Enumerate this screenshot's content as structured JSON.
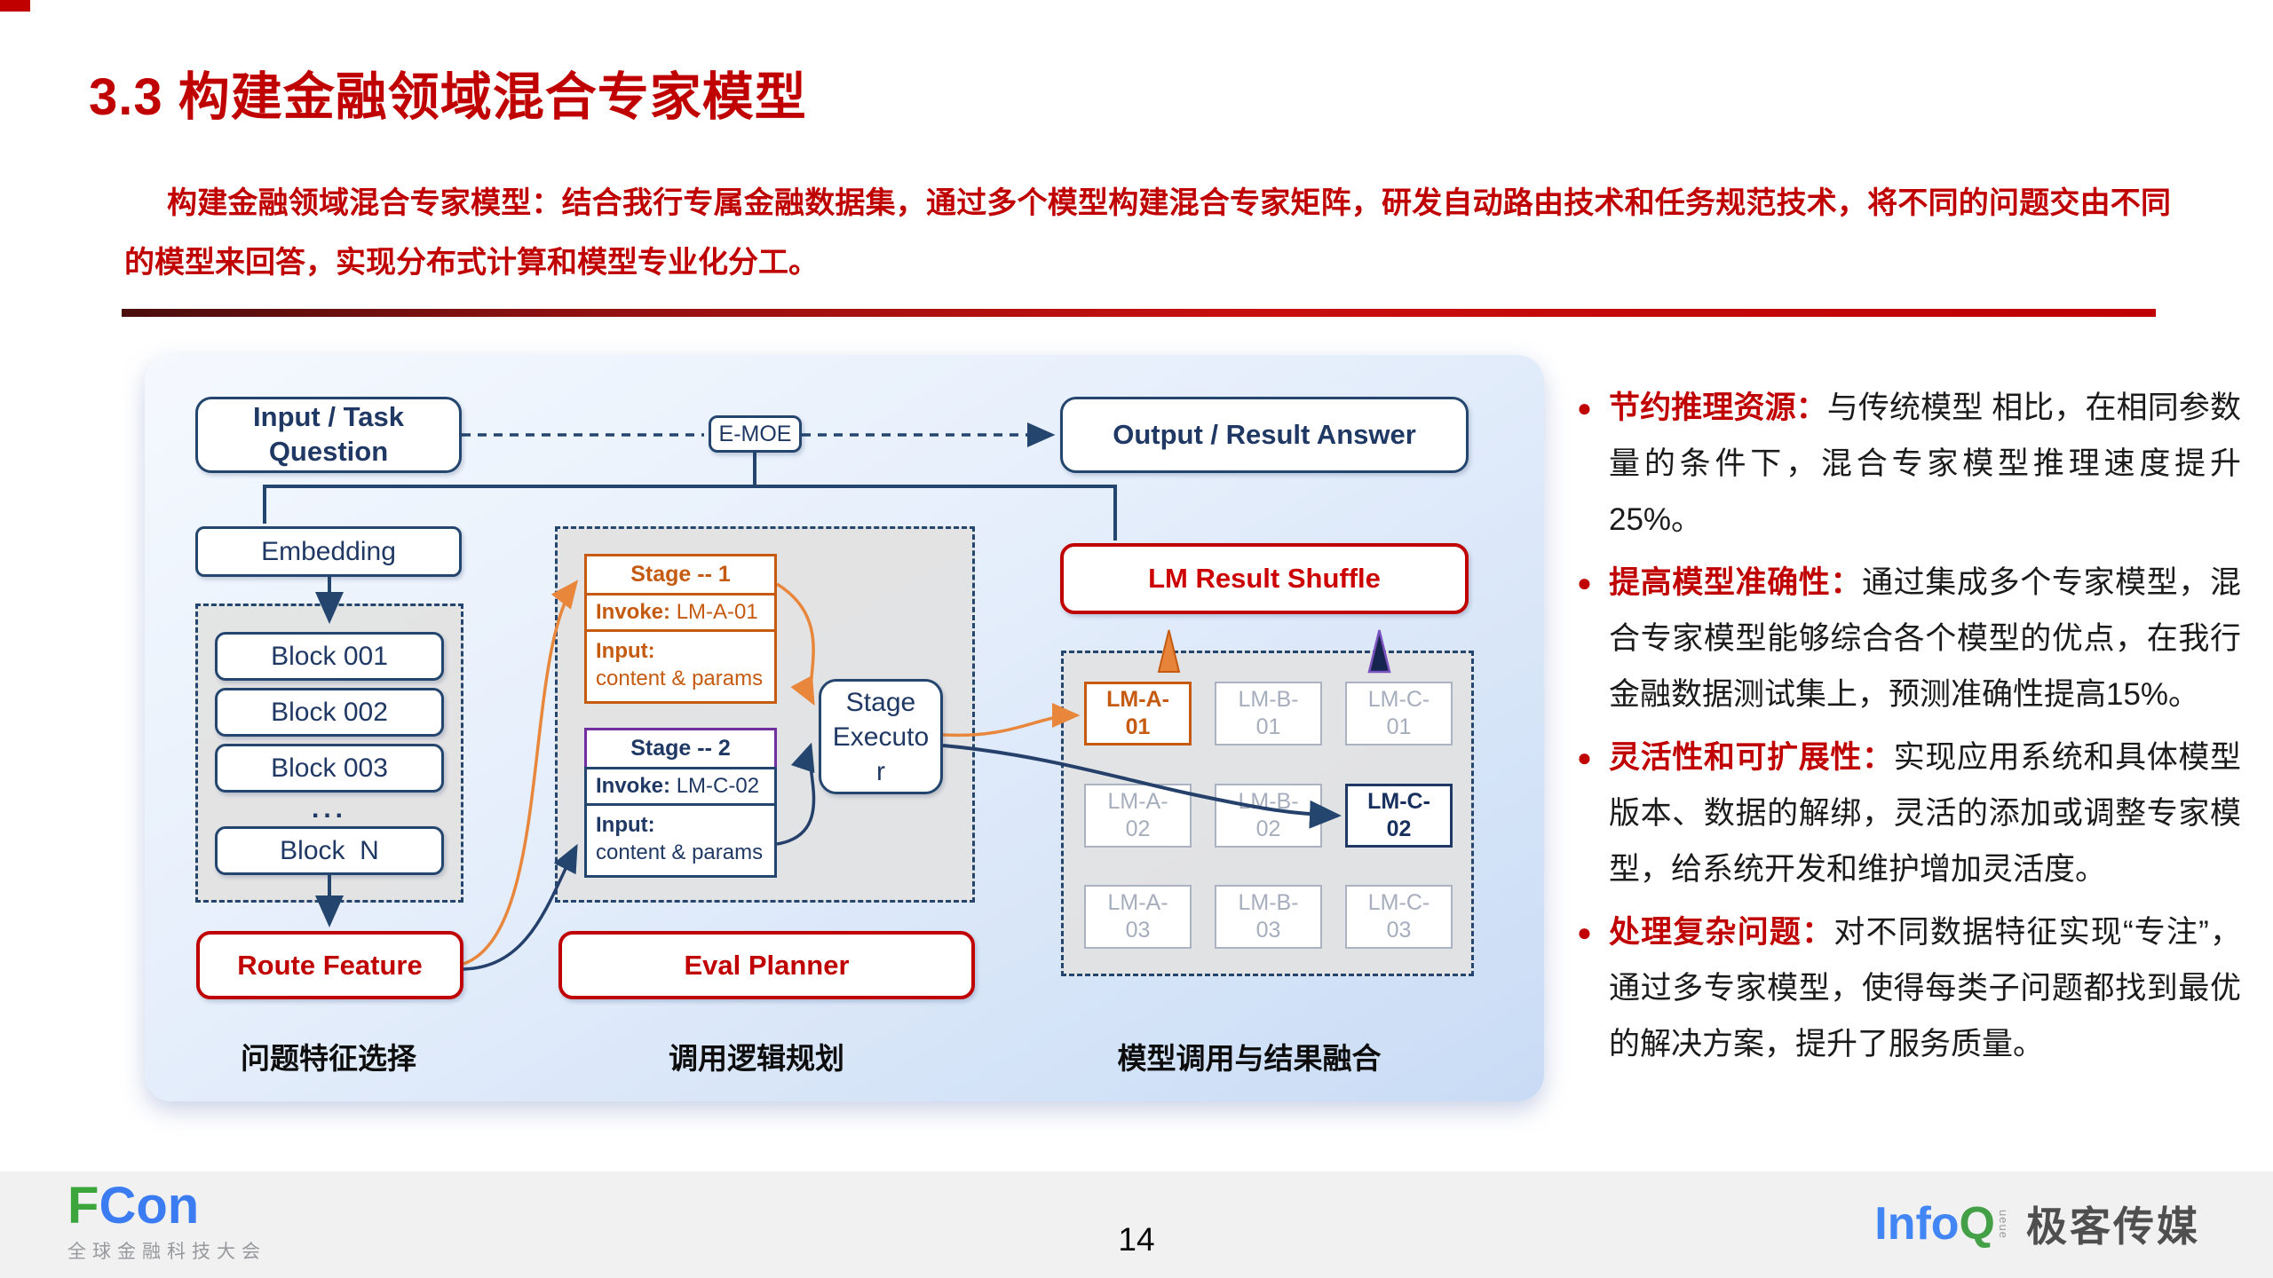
{
  "slide": {
    "title": "3.3 构建金融领域混合专家模型",
    "intro": "构建金融领域混合专家模型：结合我行专属金融数据集，通过多个模型构建混合专家矩阵，研发自动路由技术和任务规范技术，将不同的问题交由不同的模型来回答，实现分布式计算和模型专业化分工。",
    "page_number": "14"
  },
  "colors": {
    "accent_red": "#C00000",
    "navy": "#1F3864",
    "orange": "#C55A11",
    "purple": "#7030A0",
    "inactive_gray": "#A6AEBD",
    "fcon_green": "#3CA63C",
    "fcon_blue": "#3B7CF2",
    "infoq_blue": "#4285F4",
    "infoq_green": "#43A047"
  },
  "diagram": {
    "input_box": "Input / Task\nQuestion",
    "emoe_label": "E-MOE",
    "output_box": "Output / Result Answer",
    "lm_result_shuffle": "LM Result Shuffle",
    "embedding": "Embedding",
    "blocks": [
      "Block 001",
      "Block 002",
      "Block 003",
      "...",
      "Block  N"
    ],
    "route_feature": "Route Feature",
    "stage1": {
      "title": "Stage -- 1",
      "invoke_label": "Invoke:",
      "invoke_value": " LM-A-01",
      "input_label": "Input:",
      "input_value": "content & params"
    },
    "stage2": {
      "title": "Stage -- 2",
      "invoke_label": "Invoke:",
      "invoke_value": " LM-C-02",
      "input_label": "Input:",
      "input_value": "content & params"
    },
    "stage_executor": "Stage\nExecuto\nr",
    "eval_planner": "Eval Planner",
    "grid_cells": [
      {
        "display": "LM-A-\n01",
        "state": "orange"
      },
      {
        "display": "LM-B-\n01",
        "state": "default"
      },
      {
        "display": "LM-C-\n01",
        "state": "default"
      },
      {
        "display": "LM-A-\n02",
        "state": "default"
      },
      {
        "display": "LM-B-\n02",
        "state": "default"
      },
      {
        "display": "LM-C-\n02",
        "state": "navy"
      },
      {
        "display": "LM-A-\n03",
        "state": "default"
      },
      {
        "display": "LM-B-\n03",
        "state": "default"
      },
      {
        "display": "LM-C-\n03",
        "state": "default"
      }
    ],
    "caption_left": "问题特征选择",
    "caption_middle": "调用逻辑规划",
    "caption_right": "模型调用与结果融合"
  },
  "bullets": [
    {
      "head": "节约推理资源：",
      "body": "与传统模型 相比，在相同参数量的条件下，混合专家模型推理速度提升25%。"
    },
    {
      "head": "提高模型准确性：",
      "body": "通过集成多个专家模型，混合专家模型能够综合各个模型的优点，在我行金融数据测试集上，预测准确性提高15%。"
    },
    {
      "head": "灵活性和可扩展性：",
      "body": "实现应用系统和具体模型版本、数据的解绑，灵活的添加或调整专家模型，给系统开发和维护增加灵活度。"
    },
    {
      "head": "处理复杂问题：",
      "body": "对不同数据特征实现“专注”，通过多专家模型，使得每类子问题都找到最优的解决方案，提升了服务质量。"
    }
  ],
  "footer": {
    "fcon_f": "F",
    "fcon_con": "Con",
    "fcon_sub": "全球金融科技大会",
    "infoq_info": "Info",
    "infoq_q": "Q",
    "infoq_small": "ueue",
    "infoq_media": "极客传媒"
  }
}
